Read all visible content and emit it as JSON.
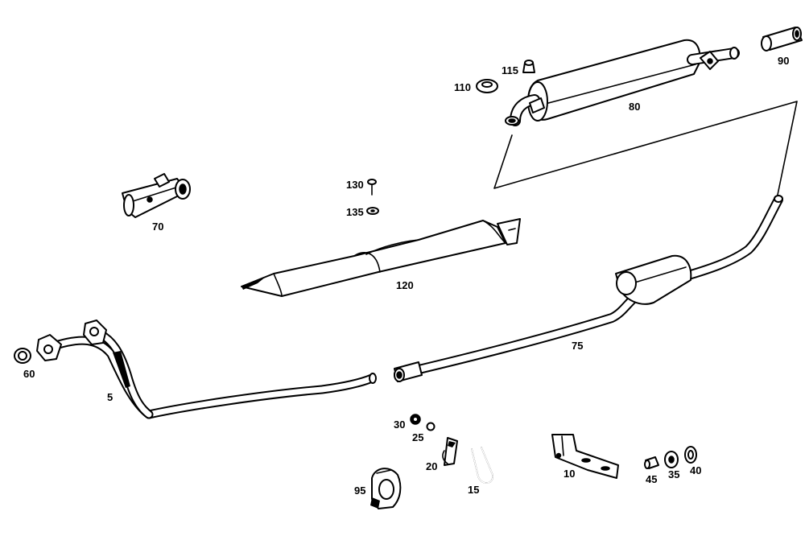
{
  "labels": {
    "p5": "5",
    "p10": "10",
    "p15": "15",
    "p20": "20",
    "p25": "25",
    "p30": "30",
    "p35": "35",
    "p40": "40",
    "p45": "45",
    "p60": "60",
    "p70": "70",
    "p75": "75",
    "p80": "80",
    "p90": "90",
    "p95": "95",
    "p110": "110",
    "p115": "115",
    "p120": "120",
    "p130": "130",
    "p135": "135"
  }
}
